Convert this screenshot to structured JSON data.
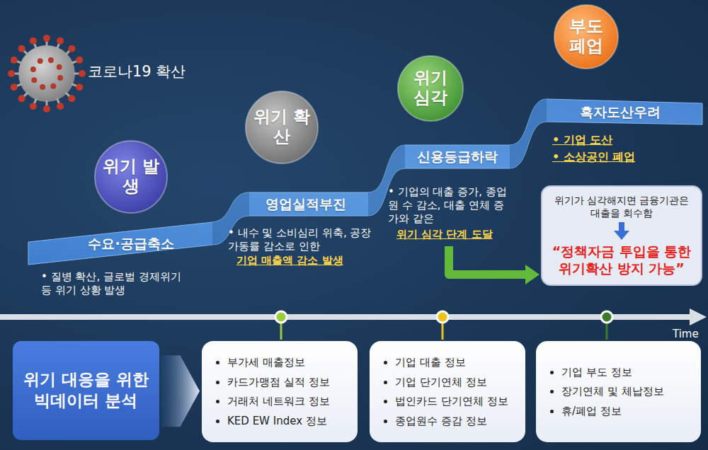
{
  "diagram": {
    "nodes": [
      {
        "text": [
          "위기 발생"
        ]
      },
      {
        "text": [
          "수요·공급축소"
        ]
      },
      {
        "text": [
          "위기 확산"
        ]
      },
      {
        "text": [
          "영업실적부진"
        ]
      },
      {
        "text": [
          "위기 심각"
        ]
      },
      {
        "text": [
          "신용등급하락"
        ]
      },
      {
        "text": [
          "부도 폐업"
        ]
      },
      {
        "text": [
          "흑자도산우려"
        ]
      },
      {
        "text": [
          "위기가 심각해지면 금융기관은 대출을 회수함",
          "“정책자금 투입을 통한 위기확산 방지 가능”"
        ]
      },
      {
        "text": [
          "위기 대응을 위한 빅데이터 분석"
        ]
      },
      {
        "text": [
          "부가세 매출정보",
          "카드가맹점 실적 정보",
          "거래처 네트워크 정보",
          "KED EW Index 정보"
        ]
      },
      {
        "text": [
          "기업 대출 정보",
          "기업 단기연체 정보",
          "법인카드 단기연체 정보",
          "종업원수 증감 정보"
        ]
      },
      {
        "text": [
          "기업 부도 정보",
          "장기연체 및 체납정보",
          "휴/폐업 정보"
        ]
      }
    ],
    "edges": [
      {
        "from": 9,
        "to": 10,
        "arrow": "to"
      }
    ],
    "labels": [
      "코로나19 확산",
      "• 질병 확산, 글로벌 경제위기 등 위기 상황 발생",
      "• 내수 및 소비심리 위축, 공장 가동률 감소로 인한",
      "기업 매출액 감소 발생",
      "• 기업의 대출 증가, 종업원 수 감소, 대출 연체 증가와 같은",
      "위기 심각 단계 도달",
      "• 기업 도산",
      "• 소상공인 폐업",
      "Time"
    ]
  }
}
